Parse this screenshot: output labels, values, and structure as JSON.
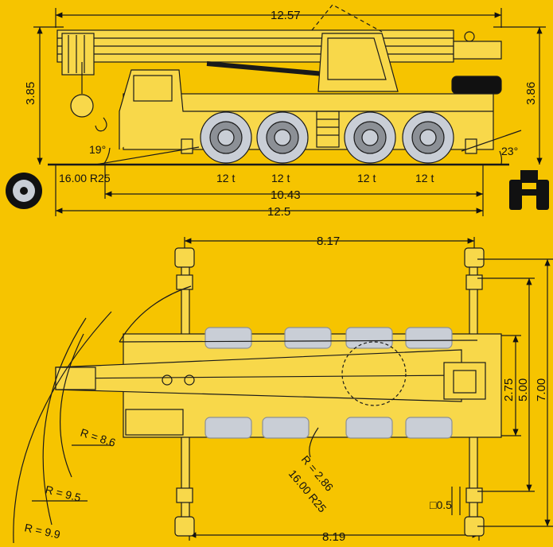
{
  "colors": {
    "background": "#F6C400",
    "body": "#F8D84A",
    "line": "#1a1a1a",
    "wheel": "#c9ced6",
    "wheel_dark": "#8c9096",
    "black": "#111111"
  },
  "side_view": {
    "overall_length": "12.57",
    "height_left": "3.85",
    "height_right": "3.86",
    "approach_angle": "19°",
    "departure_angle": "23°",
    "tire_spec": "16.00 R25",
    "axle_loads": [
      "12 t",
      "12 t",
      "12 t",
      "12 t"
    ],
    "wheelbase_span": "10.43",
    "vehicle_length": "12.5"
  },
  "top_view": {
    "outrigger_span_front": "8.17",
    "outrigger_span_rear": "8.19",
    "width_inner": "2.75",
    "width_retracted": "5.00",
    "width_extended": "7.00",
    "radius_1": "R = 8.6",
    "radius_2": "R = 9.5",
    "radius_3": "R = 9.9",
    "inner_radius": "R = 2.86",
    "inner_tire": "16.00 R25",
    "pad_size": "□0.5"
  },
  "icons": {
    "tire": "tire-front-icon",
    "axle": "axle-end-view-icon"
  }
}
